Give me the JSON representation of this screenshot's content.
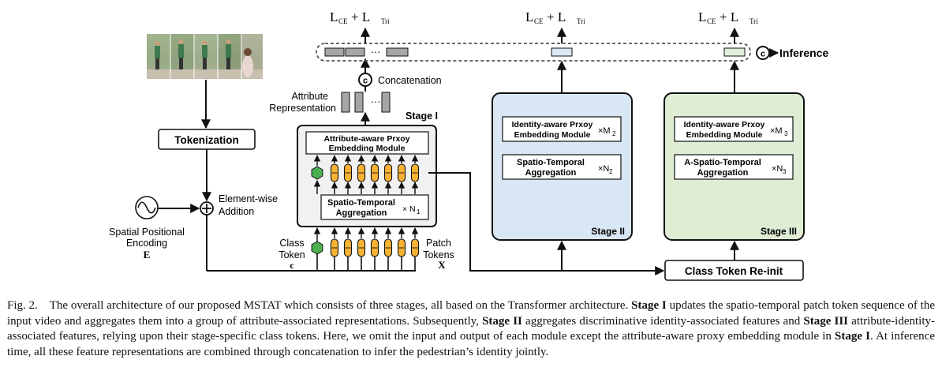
{
  "figure": {
    "loss_stage1": {
      "main": "L",
      "sub1": "CE",
      "plus": "+ L",
      "sub2": "Tri"
    },
    "loss_stage2": {
      "main": "L",
      "sub1": "CE",
      "plus": "+ L",
      "sub2": "Tri"
    },
    "loss_stage3": {
      "main": "L",
      "sub1": "CE",
      "plus": "+ L",
      "sub2": "Tri"
    },
    "concat_symbol": "c",
    "ellipsis": "···",
    "inference_label": "Inference",
    "concatenation_label": "Concatenation",
    "attribute_representation_label": [
      "Attribute",
      "Representation"
    ],
    "stage1_label": "Stage I",
    "stage2_label": "Stage II",
    "stage3_label": "Stage III",
    "tokenization_label": "Tokenization",
    "element_wise_label": [
      "Element-wise",
      "Addition"
    ],
    "spatial_encoding_label": [
      "Spatial Positional",
      "Encoding"
    ],
    "spatial_encoding_symbol": "E",
    "class_token_label": [
      "Class",
      "Token"
    ],
    "class_token_symbol": "c",
    "patch_tokens_label": [
      "Patch",
      "Tokens"
    ],
    "patch_tokens_symbol": "X",
    "stage1_module_top": [
      "Attribute-aware Prxoy",
      "Embedding Module"
    ],
    "stage1_module_bottom": [
      "Spatio-Temporal",
      "Aggregation"
    ],
    "stage1_multiplier": "× N",
    "stage1_multiplier_sub": "1",
    "stage2_module_top": [
      "Identity-aware Prxoy",
      "Embedding Module"
    ],
    "stage2_module_top_multiplier": "×M",
    "stage2_module_top_multiplier_sub": "2",
    "stage2_module_bottom": [
      "Spatio-Temporal",
      "Aggregation"
    ],
    "stage2_module_bottom_multiplier": "×N",
    "stage2_module_bottom_multiplier_sub": "2",
    "stage3_module_top": [
      "Identity-aware Prxoy",
      "Embedding Module"
    ],
    "stage3_module_top_multiplier": "×M",
    "stage3_module_top_multiplier_sub": "3",
    "stage3_module_bottom": [
      "A-Spatio-Temporal",
      "Aggregation"
    ],
    "stage3_module_bottom_multiplier": "×N",
    "stage3_module_bottom_multiplier_sub": "3",
    "reinit_label": "Class Token Re-init",
    "colors": {
      "token_orange": "#f6b233",
      "token_green": "#4caf50",
      "stage1_fill": "#f1f1f1",
      "stage2_fill": "#d9e6f4",
      "stage3_fill": "#dfedd5",
      "bar_gray": "#a6a6a6",
      "bar_blue": "#dbe8f5",
      "bar_green": "#e2efd9"
    }
  },
  "caption": {
    "prefix": "Fig. 2.",
    "t1": "The overall architecture of our proposed MSTAT which consists of three stages, all based on the Transformer architecture. ",
    "b1": "Stage I",
    "t2": " updates the spatio-temporal patch token sequence of the input video and aggregates them into a group of attribute-associated representations. Subsequently, ",
    "b2": "Stage II",
    "t3": " aggregates discriminative identity-associated features and ",
    "b3": "Stage III",
    "t4": " attribute-identity-associated features, relying upon their stage-specific class tokens. Here, we omit the input and output of each module except the attribute-aware proxy embedding module in ",
    "b4": "Stage I",
    "t5": ". At inference time, all these feature representations are combined through concatenation to infer the pedestrian’s identity jointly."
  }
}
